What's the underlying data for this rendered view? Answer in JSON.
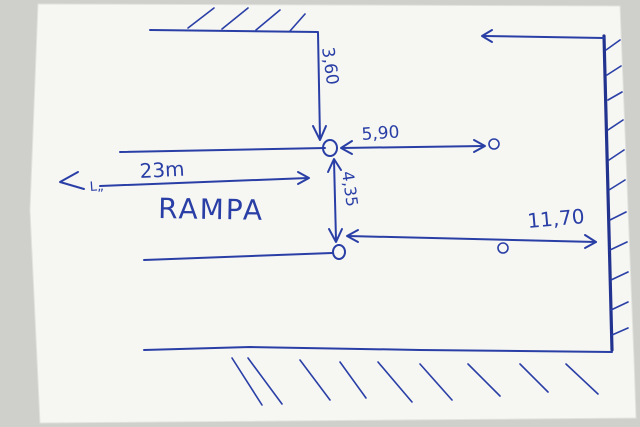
{
  "sketch": {
    "label_rampa": "RAMPA",
    "label_length": "23m",
    "label_left_marker": "L„",
    "dim_top": "3,60",
    "dim_upper_right": "5,90",
    "dim_vertical": "4,35",
    "dim_lower_right": "11,70"
  },
  "colors": {
    "paper": "#f7f7f4",
    "ink": "#2a3fa6"
  }
}
